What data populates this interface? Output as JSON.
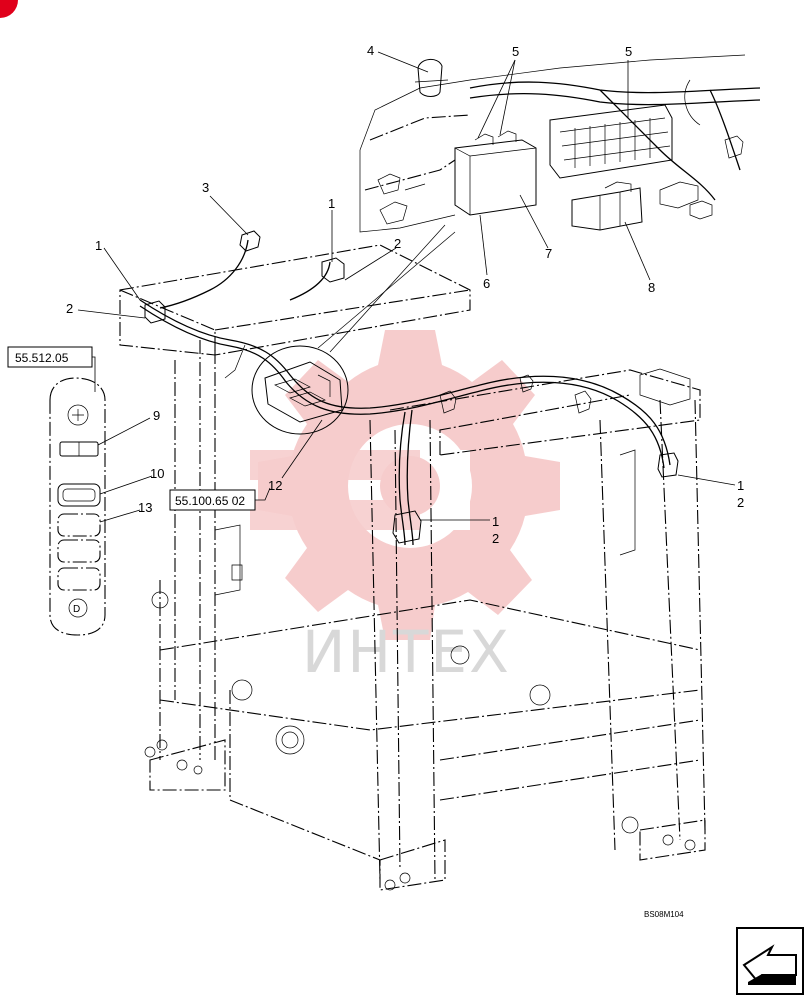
{
  "diagram": {
    "drawing_code": "BS08M104",
    "watermark_text": "ИНТЕХ",
    "reference_boxes": {
      "switch_panel_ref": "55.512.05",
      "harness_ref": "55.100.65 02"
    },
    "callouts": {
      "c4": "4",
      "c5a": "5",
      "c5b": "5",
      "c3": "3",
      "c1a": "1",
      "c2a": "2",
      "c1b": "1",
      "c2b": "2",
      "c7": "7",
      "c6": "6",
      "c8": "8",
      "c9": "9",
      "c10": "10",
      "c13": "13",
      "c12": "12",
      "c1c": "1",
      "c2c": "2",
      "c1d": "1",
      "c2d": "2"
    },
    "colors": {
      "watermark_gear": "#f2b7b7",
      "watermark_text": "#d8d8d8",
      "corner_dot": "#e0001b"
    },
    "icons": {
      "nav": "next-page-arrow-icon",
      "corner": "corner-marker-icon"
    }
  }
}
